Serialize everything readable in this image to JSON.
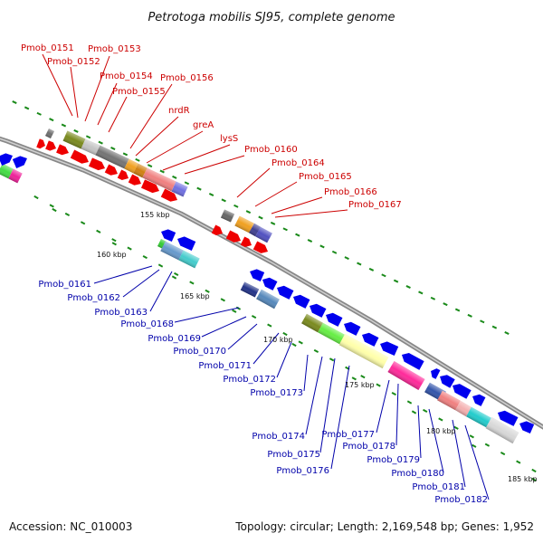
{
  "title": "Petrotoga mobilis SJ95, complete genome",
  "accession": "Accession: NC_010003",
  "topology": "Topology: circular; Length: 2,169,548 bp; Genes: 1,952",
  "kbp_labels": [
    "155 kbp",
    "160 kbp",
    "165 kbp",
    "170 kbp",
    "175 kbp",
    "180 kbp",
    "185 kbp"
  ],
  "colors": {
    "red_label": "#cc0000",
    "blue_label": "#0000aa",
    "backbone": "#888888",
    "tick": "#1a8a1a",
    "red_arrow": "#ee0000",
    "blue_arrow": "#0000ee"
  },
  "forward_genes": [
    "Pmob_0151",
    "Pmob_0152",
    "Pmob_0153",
    "Pmob_0154",
    "Pmob_0155",
    "Pmob_0156",
    "nrdR",
    "greA",
    "lysS",
    "Pmob_0160",
    "Pmob_0164",
    "Pmob_0165",
    "Pmob_0166",
    "Pmob_0167"
  ],
  "reverse_genes": [
    "Pmob_0161",
    "Pmob_0162",
    "Pmob_0163",
    "Pmob_0168",
    "Pmob_0169",
    "Pmob_0170",
    "Pmob_0171",
    "Pmob_0172",
    "Pmob_0173",
    "Pmob_0174",
    "Pmob_0175",
    "Pmob_0176",
    "Pmob_0177",
    "Pmob_0178",
    "Pmob_0179",
    "Pmob_0180",
    "Pmob_0181",
    "Pmob_0182"
  ]
}
